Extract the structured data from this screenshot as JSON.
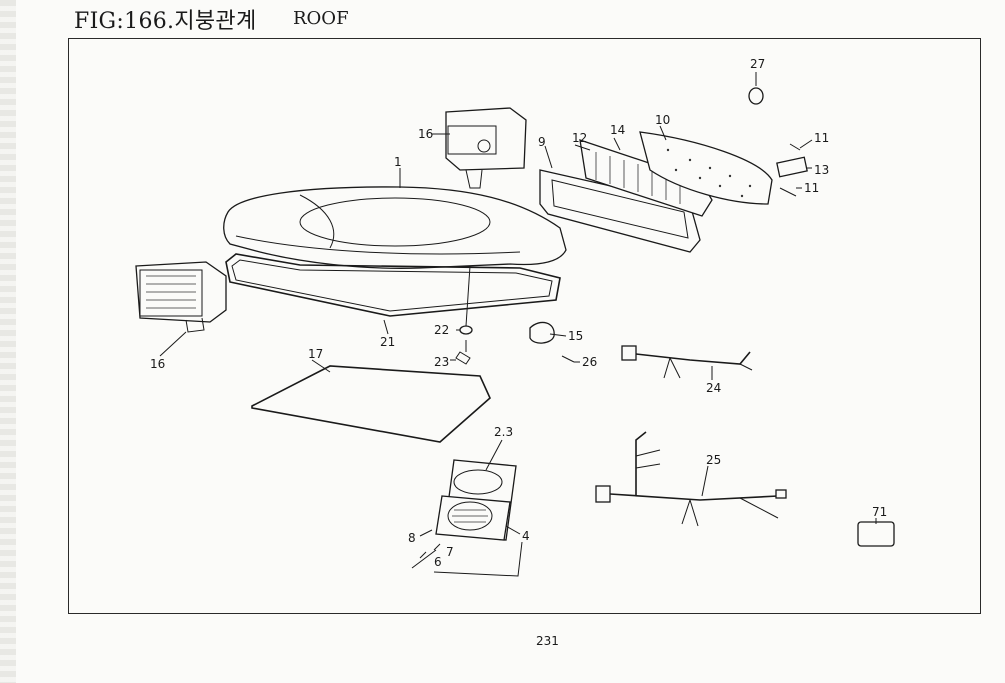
{
  "header": {
    "title": "FIG:166.지붕관계",
    "subtitle": "ROOF"
  },
  "page_number": "231",
  "callouts": {
    "c1": "1",
    "c4": "4",
    "c6": "6",
    "c7": "7",
    "c8": "8",
    "c9": "9",
    "c10": "10",
    "c11a": "11",
    "c11b": "11",
    "c12": "12",
    "c13": "13",
    "c14": "14",
    "c15": "15",
    "c16a": "16",
    "c16b": "16",
    "c17": "17",
    "c21": "21",
    "c22": "22",
    "c23": "23",
    "c23b": "2.3",
    "c24": "24",
    "c25": "25",
    "c26": "26",
    "c27": "27",
    "c71": "71"
  }
}
